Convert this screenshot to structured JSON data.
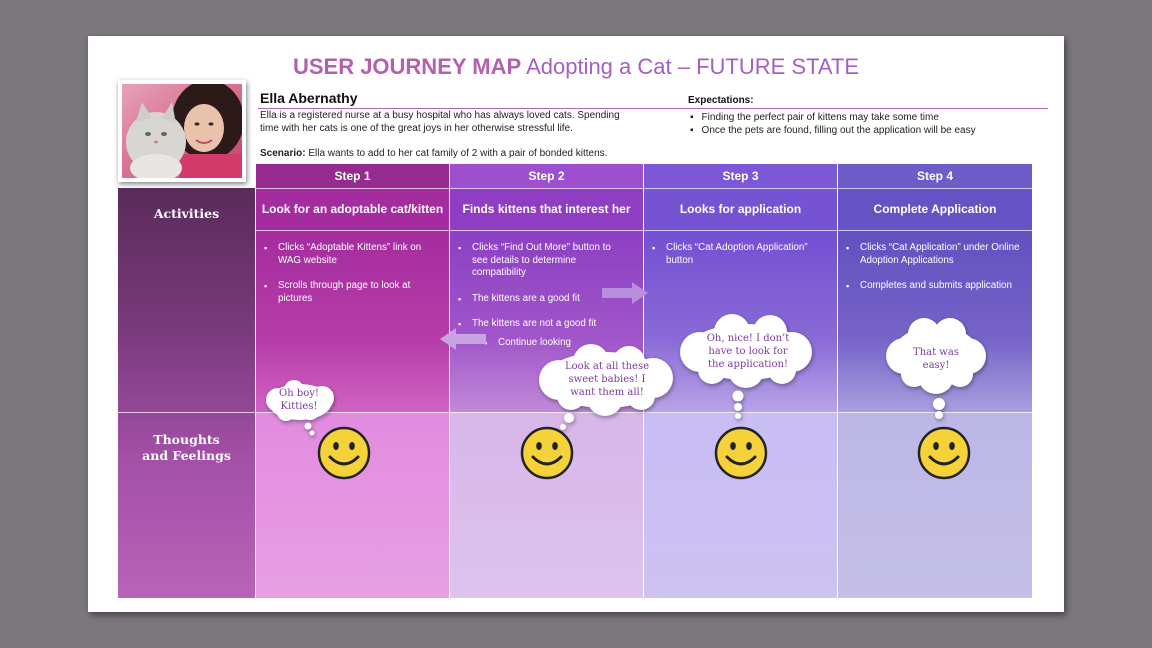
{
  "header": {
    "title_strong": "USER JOURNEY MAP",
    "title_rest": "Adopting a Cat – FUTURE STATE"
  },
  "persona": {
    "name": "Ella Abernathy",
    "bio": "Ella is a registered nurse at a busy hospital who has always loved cats. Spending time with her cats is one of the great joys in her otherwise stressful life.",
    "scenario_label": "Scenario:",
    "scenario_text": " Ella wants to add to her cat family of 2 with a pair of bonded kittens."
  },
  "expectations": {
    "title": "Expectations:",
    "items": [
      "Finding the perfect pair of kittens may take some time",
      "Once the pets are found, filling out the application will be easy"
    ]
  },
  "rows": {
    "activities": "Activities",
    "thoughts_line1": "Thoughts",
    "thoughts_line2": "and Feelings"
  },
  "steps": [
    {
      "label": "Step 1",
      "activity": "Look for an adoptable cat/kitten",
      "bullets": [
        "Clicks “Adoptable Kittens” link on WAG website",
        "Scrolls through page to look at pictures"
      ],
      "thought": [
        "Oh boy!",
        "Kitties!"
      ]
    },
    {
      "label": "Step 2",
      "activity": "Finds kittens that interest her",
      "bullets": [
        "Clicks “Find Out More” button to see details to determine compatibility",
        "The kittens are a good fit",
        "The kittens are not a good fit"
      ],
      "sub_bullet": "Continue looking",
      "thought": [
        "Look at all these",
        "sweet babies! I",
        "want them all!"
      ]
    },
    {
      "label": "Step 3",
      "activity": "Looks for application",
      "bullets": [
        "Clicks “Cat Adoption Application” button"
      ],
      "thought": [
        "Oh, nice! I don’t",
        "have to look for",
        "the application!"
      ]
    },
    {
      "label": "Step 4",
      "activity": "Complete Application",
      "bullets": [
        "Clicks “Cat Application” under Online Adoption Applications",
        "Completes and submits application"
      ],
      "thought": [
        "That was",
        "easy!"
      ]
    }
  ],
  "colors": {
    "step1": "#9b2a93",
    "step2": "#8f4ec3",
    "step3": "#7358cf",
    "step4": "#6656be",
    "label_col_top": "#5c2a5a",
    "bubble_text": "#7d3b9e",
    "smiley": "#f6d23a"
  }
}
